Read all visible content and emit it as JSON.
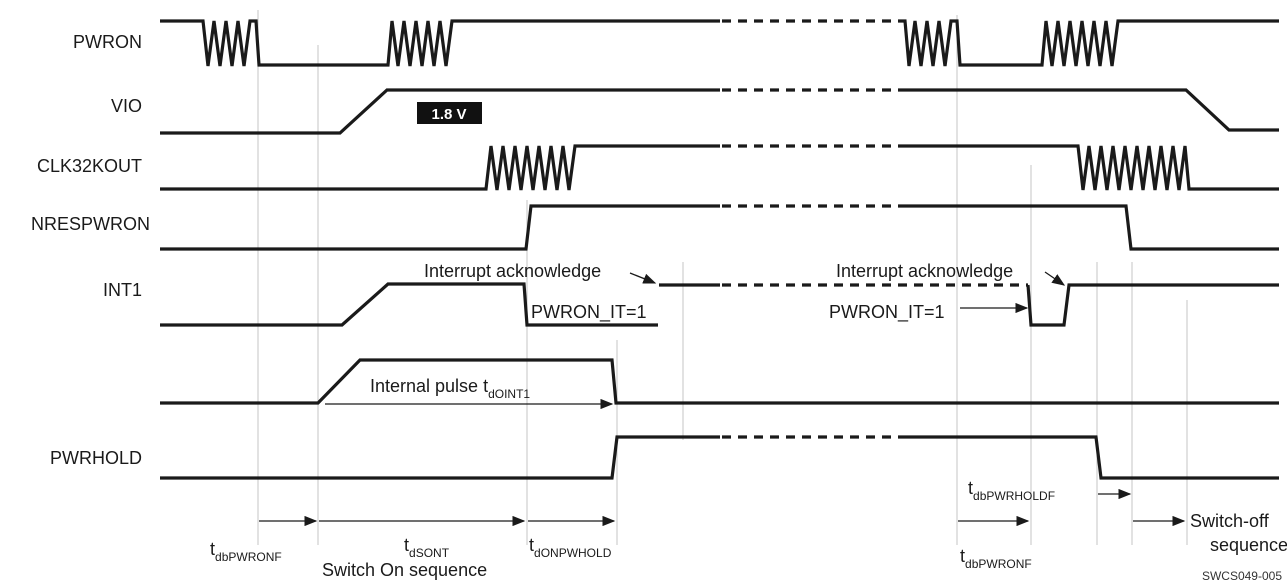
{
  "signals": {
    "pwron": "PWRON",
    "vio": "VIO",
    "clk32kout": "CLK32KOUT",
    "nrespwron": "NRESPWRON",
    "int1": "INT1",
    "pwrhold": "PWRHOLD"
  },
  "badge": {
    "vio_level": "1.8 V"
  },
  "annotations": {
    "int_ack_1": "Interrupt acknowledge",
    "int_ack_2": "Interrupt acknowledge",
    "pwron_it_1": "PWRON_IT=1",
    "pwron_it_2": "PWRON_IT=1",
    "internal_pulse": "Internal pulse t",
    "internal_pulse_sub": "dOINT1"
  },
  "timings": {
    "t1_main": "t",
    "t1_sub": "dbPWRONF",
    "t2_main": "t",
    "t2_sub": "dSONT",
    "t3_main": "t",
    "t3_sub": "dONPWHOLD",
    "t4_main": "t",
    "t4_sub": "dbPWRONF",
    "t5_main": "t",
    "t5_sub": "dbPWRHOLDF",
    "switch_on": "Switch On sequence",
    "switch_off_1": "Switch-off",
    "switch_off_2": "sequence"
  },
  "footer": {
    "figure_id": "SWCS049-005"
  }
}
